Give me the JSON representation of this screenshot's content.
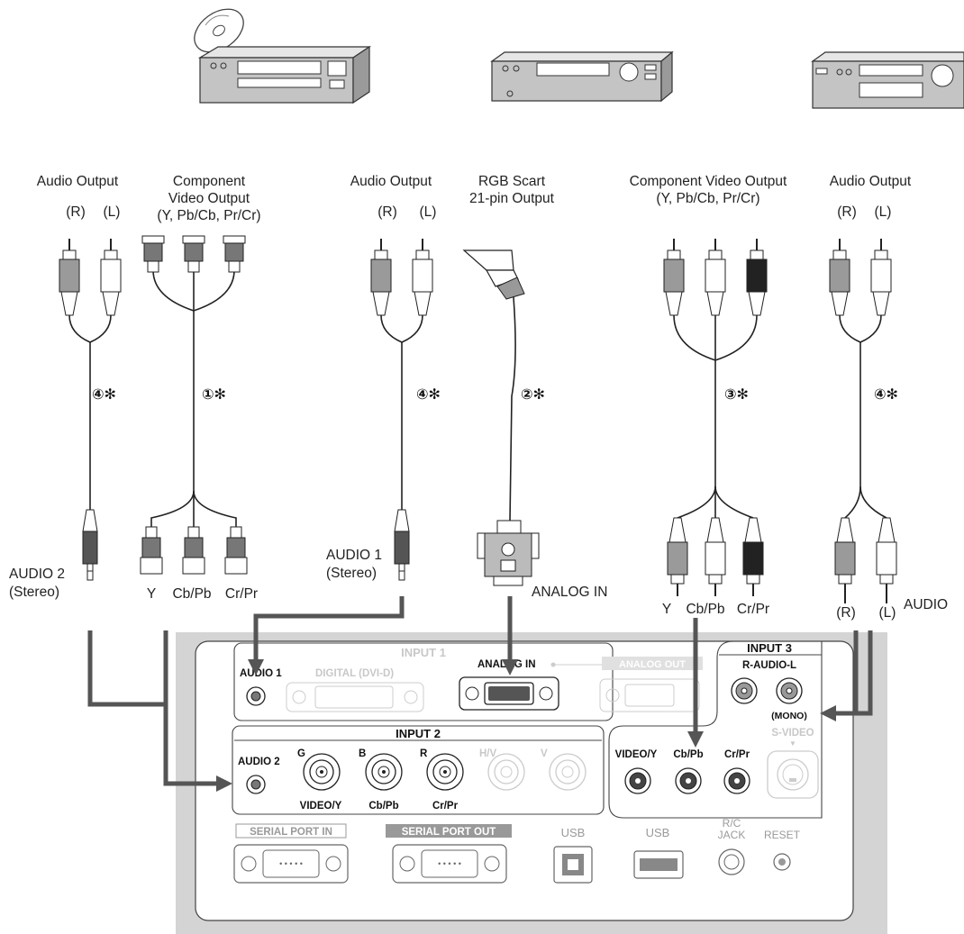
{
  "devices": [
    "dvd-player",
    "vcr",
    "audio-receiver"
  ],
  "sources": {
    "audio_output_1": "Audio Output",
    "component_1": [
      "Component",
      "Video Output",
      "(Y, Pb/Cb, Pr/Cr)"
    ],
    "audio_output_2": "Audio Output",
    "rgb_scart": [
      "RGB Scart",
      "21-pin Output"
    ],
    "component_2": [
      "Component Video Output",
      "(Y, Pb/Cb, Pr/Cr)"
    ],
    "audio_output_3": "Audio Output",
    "r": "(R)",
    "l": "(L)"
  },
  "cables": {
    "c1": "④✻",
    "c2": "①✻",
    "c3": "④✻",
    "c4": "②✻",
    "c5": "③✻",
    "c6": "④✻"
  },
  "plugs": {
    "audio2": [
      "AUDIO 2",
      "(Stereo)"
    ],
    "y": "Y",
    "cbpb": "Cb/Pb",
    "crpr": "Cr/Pr",
    "audio1": [
      "AUDIO 1",
      "(Stereo)"
    ],
    "analog_in": "ANALOG IN",
    "y2": "Y",
    "cbpb2": "Cb/Pb",
    "crpr2": "Cr/Pr",
    "r": "(R)",
    "l": "(L)",
    "audio": "AUDIO"
  },
  "panel": {
    "input1": "INPUT 1",
    "audio1": "AUDIO 1",
    "digital": "DIGITAL (DVI-D)",
    "analog_in": "ANALOG IN",
    "analog_out": "ANALOG OUT",
    "input2": "INPUT 2",
    "audio2": "AUDIO 2",
    "g": "G",
    "b": "B",
    "r": "R",
    "hv": "H/V",
    "v": "V",
    "video_y": "VIDEO/Y",
    "cb_pb": "Cb/Pb",
    "cr_pr": "Cr/Pr",
    "input3": "INPUT 3",
    "r_audio_l": "R-AUDIO-L",
    "mono": "(MONO)",
    "s_video": "S-VIDEO",
    "video_y3": "VIDEO/Y",
    "cb_pb3": "Cb/Pb",
    "cr_pr3": "Cr/Pr",
    "serial_in": "SERIAL PORT IN",
    "serial_out": "SERIAL PORT OUT",
    "usb1": "USB",
    "usb2": "USB",
    "rc": "R/C",
    "jack": "JACK",
    "reset": "RESET"
  }
}
